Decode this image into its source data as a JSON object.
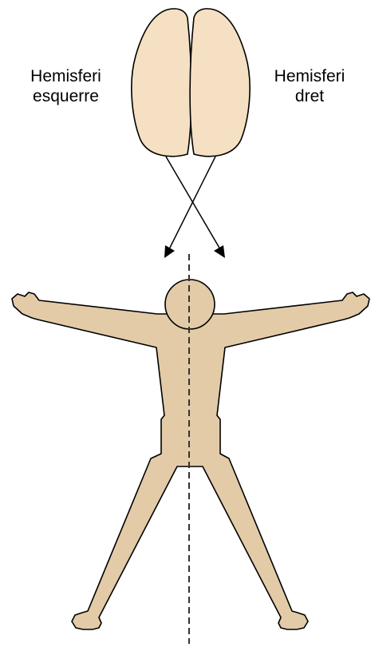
{
  "labels": {
    "left_hemisphere": {
      "line1": "Hemisferi",
      "line2": "esquerre"
    },
    "right_hemisphere": {
      "line1": "Hemisferi",
      "line2": "dret"
    }
  },
  "colors": {
    "brain_fill": "#f5e0c3",
    "body_fill": "#e3cba8",
    "outline": "#000000",
    "midline": "#333333",
    "background": "#ffffff"
  }
}
